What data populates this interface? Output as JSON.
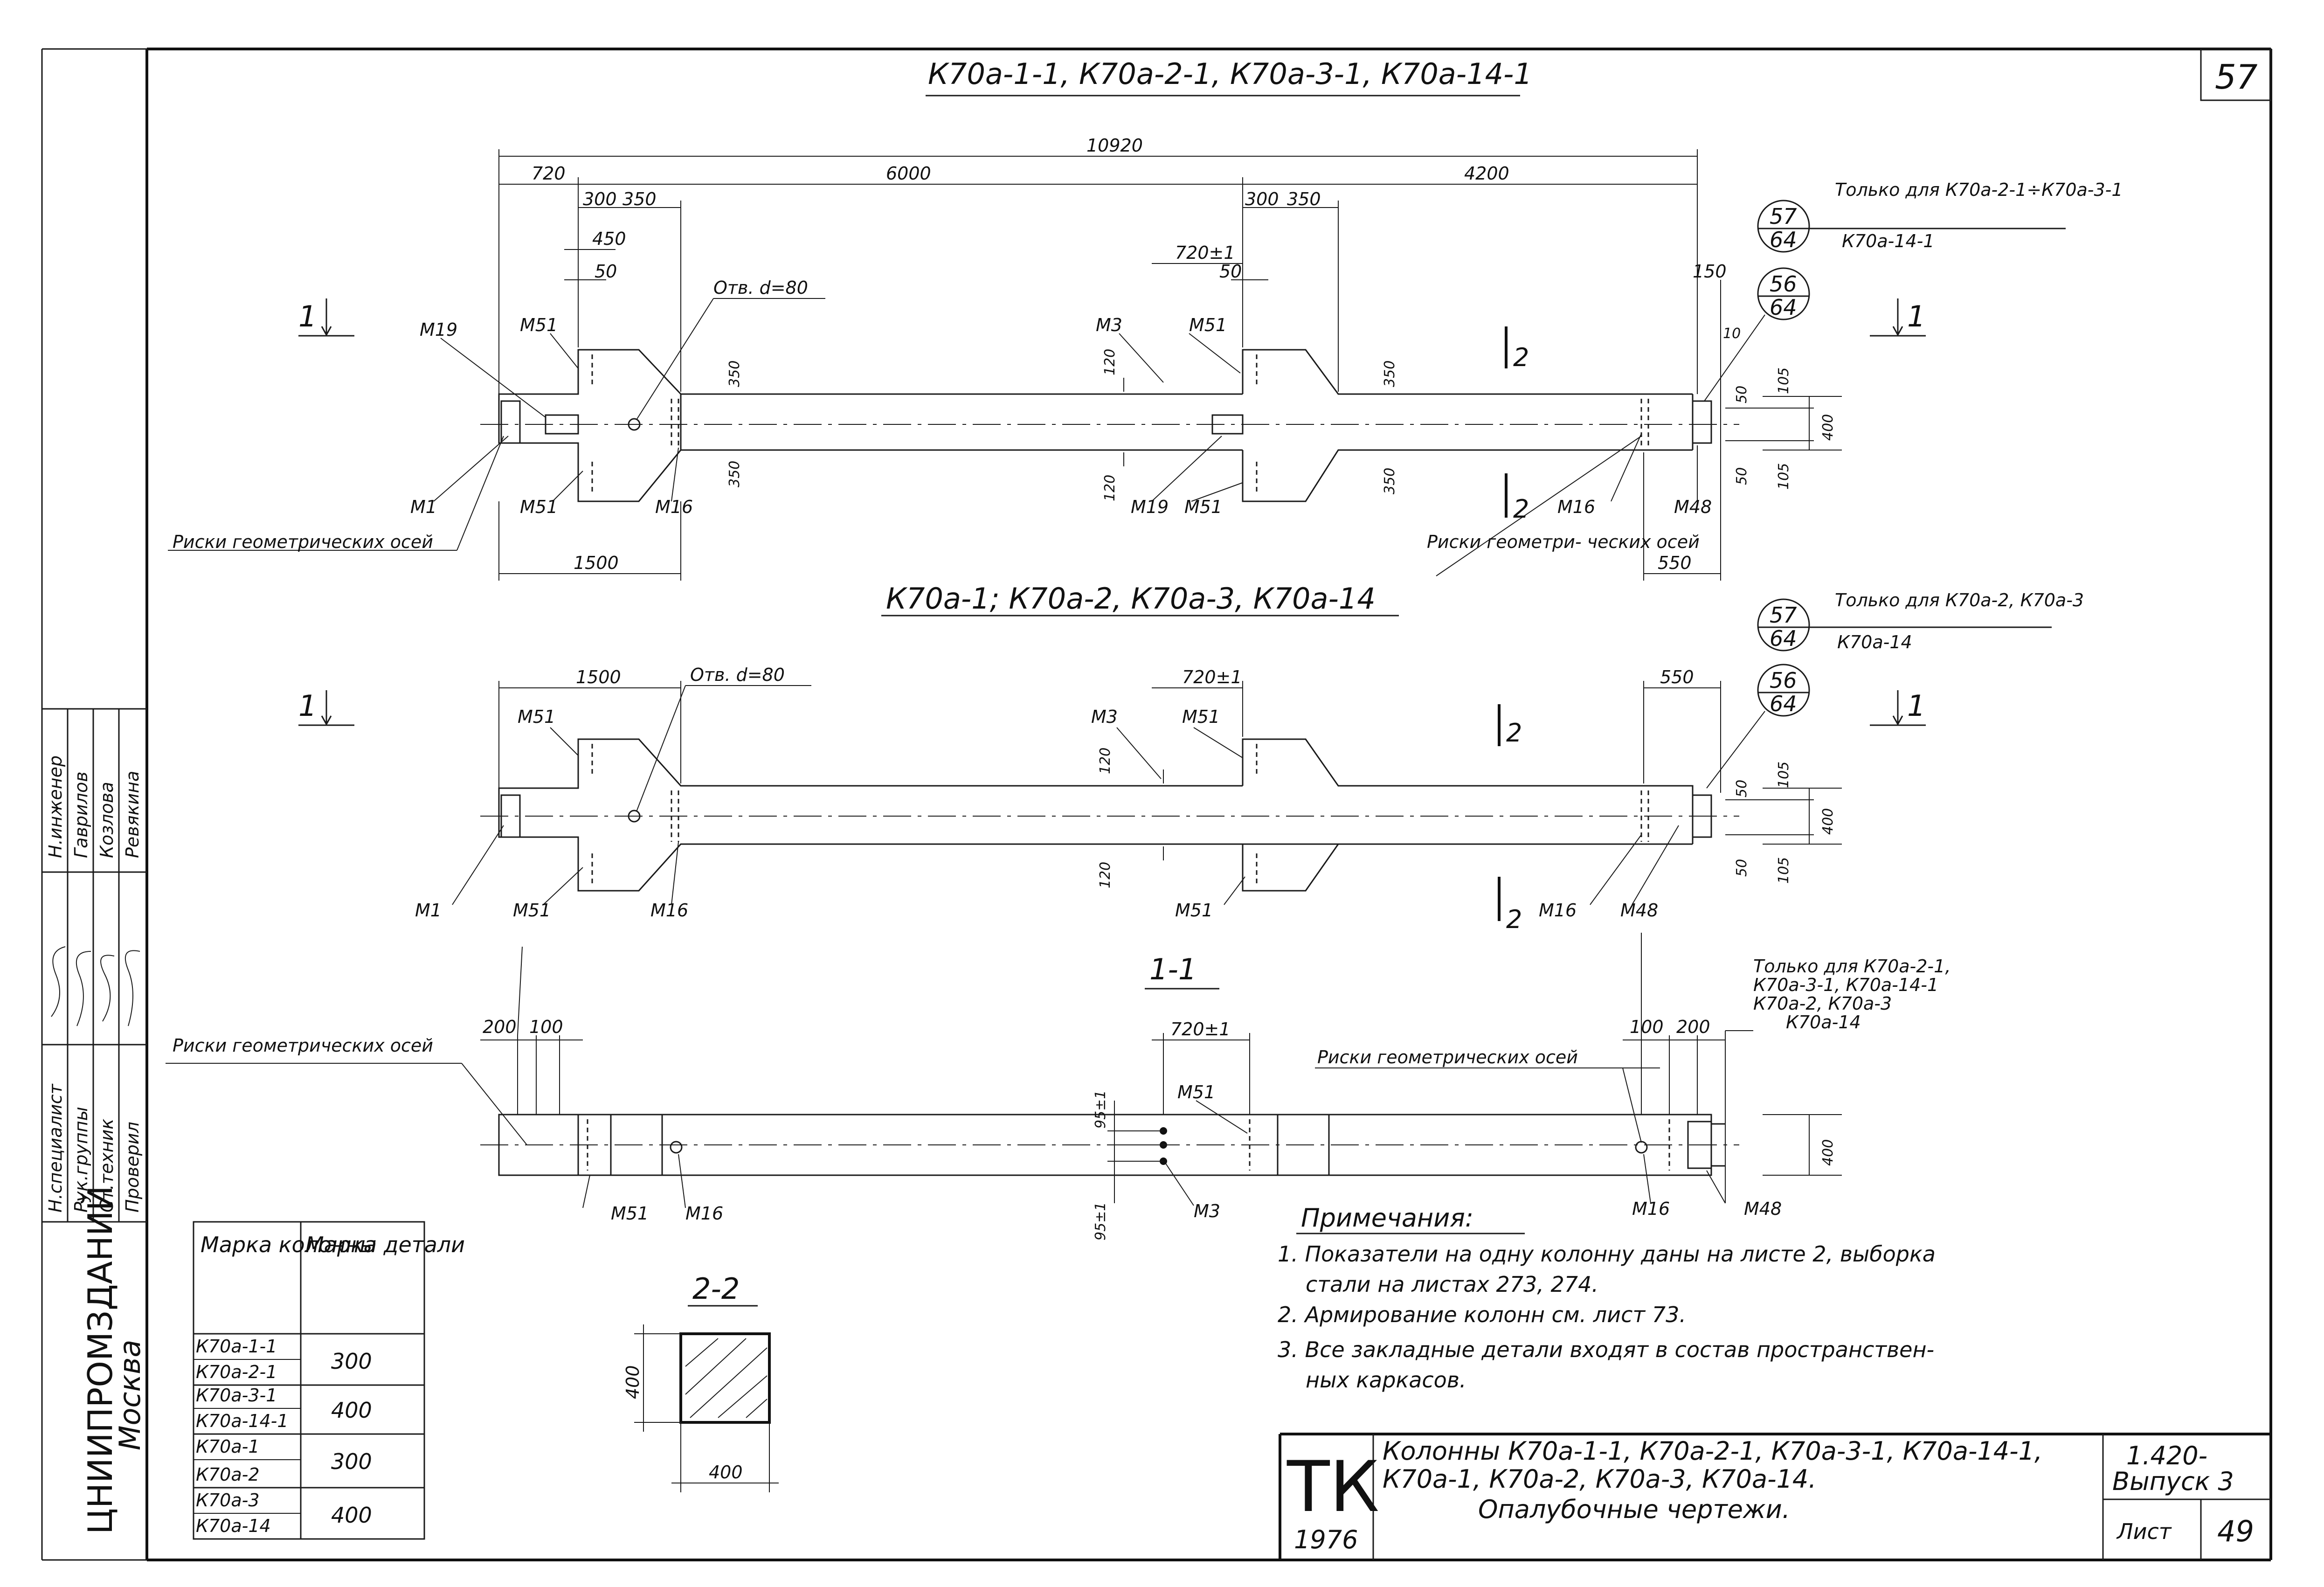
{
  "sheet": {
    "page_number": "57",
    "institute": "ЦНИИПРОМЗДАНИЙ",
    "city": "Москва",
    "stamp_tk": "ТК",
    "year": "1976",
    "title_line1": "Колонны К70а-1-1, К70а-2-1, К70а-3-1, К70а-14-1,",
    "title_line2": "К70а-1, К70а-2, К70а-3, К70а-14.",
    "title_line3": "Опалубочные чертежи.",
    "series": "1.420-",
    "issue": "Выпуск 3",
    "sheet_label": "Лист",
    "sheet_no": "49",
    "roles": [
      "Н.специалист",
      "Рук.группы",
      "Ст.техник",
      "Проверил"
    ],
    "names": [
      "Н.инженер",
      "Гаврилов",
      "Козлова",
      "Ревякина"
    ]
  },
  "view_top": {
    "title": "К70а-1-1, К70а-2-1, К70а-3-1, К70а-14-1",
    "overall_dim": "10920",
    "dims_top": [
      "720",
      "6000",
      "4200"
    ],
    "dims_detail": [
      "300",
      "350",
      "450",
      "50",
      "720±1",
      "50",
      "300",
      "350",
      "150"
    ],
    "dims_side": [
      "350",
      "350",
      "120",
      "120",
      "350",
      "350",
      "10",
      "50",
      "105",
      "400",
      "50",
      "105"
    ],
    "dims_bottom": [
      "1500",
      "550"
    ],
    "hole_label": "Отв. d=80",
    "parts": [
      "М19",
      "М51",
      "М1",
      "М51",
      "М16",
      "М3",
      "М51",
      "М19",
      "М51",
      "М16",
      "М48"
    ],
    "axis_note": "Риски геометрических осей",
    "axis_note2": "Риски геометри- ческих осей",
    "section_marks": [
      "1",
      "1",
      "2",
      "2"
    ],
    "only_for_1": "Только для К70а-2-1÷К70а-3-1",
    "only_for_2": "К70а-14-1",
    "ref_a": [
      "57",
      "64"
    ],
    "ref_b": [
      "56",
      "64"
    ]
  },
  "view_mid": {
    "title": "К70а-1; К70а-2, К70а-3, К70а-14",
    "dims": [
      "1500",
      "720±1",
      "550",
      "120",
      "120",
      "50",
      "105",
      "400",
      "50",
      "105"
    ],
    "hole_label": "Отв. d=80",
    "parts": [
      "М51",
      "М3",
      "М51",
      "М1",
      "М51",
      "М16",
      "М51",
      "М16",
      "М48"
    ],
    "section_marks": [
      "1",
      "1",
      "2",
      "2"
    ],
    "only_for_1": "Только для К70а-2, К70а-3",
    "only_for_2": "К70а-14",
    "ref_a": [
      "57",
      "64"
    ],
    "ref_b": [
      "56",
      "64"
    ]
  },
  "view_section": {
    "title": "1-1",
    "dims": [
      "200",
      "100",
      "720±1",
      "95±1",
      "95±1",
      "100",
      "200",
      "400"
    ],
    "parts": [
      "М51",
      "М16",
      "М51",
      "М3",
      "М16",
      "М48"
    ],
    "axis_note_left": "Риски геометрических осей",
    "axis_note_right": "Риски геометрических осей",
    "only_for": [
      "Только для К70а-2-1,",
      "К70а-3-1, К70а-14-1",
      "К70а-2, К70а-3",
      "К70а-14"
    ]
  },
  "section_22": {
    "title": "2-2",
    "dim_h": "400",
    "dim_w": "400"
  },
  "notes": {
    "title": "Примечания:",
    "items": [
      "1. Показатели на одну колонну даны на листе 2, выборка",
      "стали на листах 273, 274.",
      "2. Армирование колонн см. лист 73.",
      "3. Все закладные детали входят в состав пространствен-",
      "ных каркасов."
    ]
  },
  "mark_table": {
    "header": [
      "Марка колонны",
      "Марка детали"
    ],
    "rows": [
      [
        "К70а-1-1",
        "300"
      ],
      [
        "К70а-2-1",
        ""
      ],
      [
        "К70а-3-1",
        "400"
      ],
      [
        "К70а-14-1",
        ""
      ],
      [
        "К70а-1",
        "300"
      ],
      [
        "К70а-2",
        ""
      ],
      [
        "К70а-3",
        "400"
      ],
      [
        "К70а-14",
        ""
      ]
    ]
  }
}
